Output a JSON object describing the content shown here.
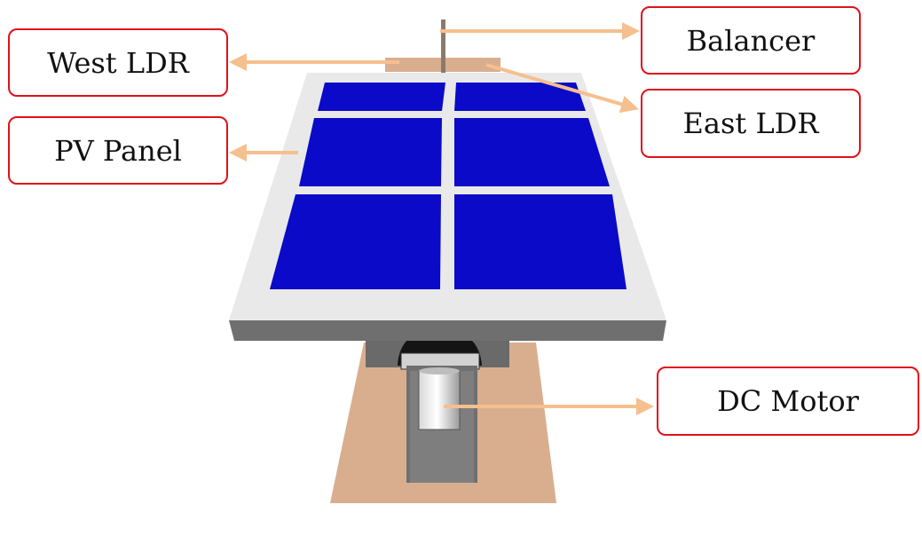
{
  "labels": {
    "west_ldr": "West LDR",
    "pv_panel": "PV Panel",
    "balancer": "Balancer",
    "east_ldr": "East LDR",
    "dc_motor": "DC Motor"
  },
  "colors": {
    "label_border": "#e0111b",
    "arrow": "#f6bf8e",
    "cell_blue": "#0a0ac8",
    "panel_frame": "#e9e9e9",
    "panel_edge": "#6f6f6f",
    "base_wood": "#d9ae8f",
    "motor_gray": "#7a7a7a"
  }
}
